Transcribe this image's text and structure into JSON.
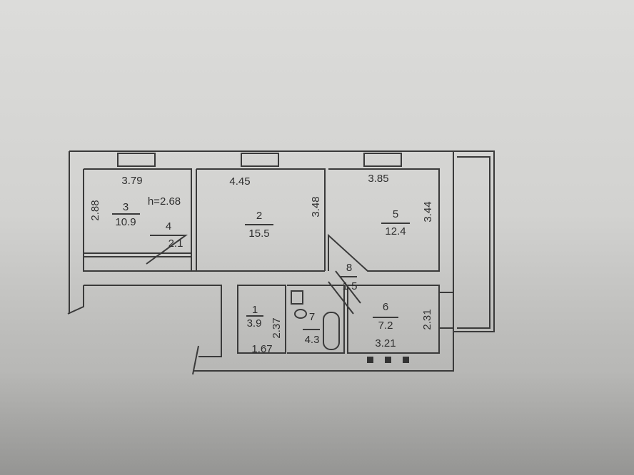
{
  "plan": {
    "ceiling_height": "h=2.68",
    "rooms": [
      {
        "number": "1",
        "area": "3.9",
        "dims": [
          "2.37",
          "1.67"
        ]
      },
      {
        "number": "2",
        "area": "15.5",
        "dims": [
          "4.45",
          "3.48"
        ]
      },
      {
        "number": "3",
        "area": "10.9",
        "dims": [
          "3.79",
          "2.88"
        ]
      },
      {
        "number": "4",
        "area": "2.1",
        "dims": []
      },
      {
        "number": "5",
        "area": "12.4",
        "dims": [
          "3.85",
          "3.44"
        ]
      },
      {
        "number": "6",
        "area": "7.2",
        "dims": [
          "3.21",
          "2.31"
        ]
      },
      {
        "number": "7",
        "area": "4.3",
        "dims": []
      },
      {
        "number": "8",
        "area": "1.5",
        "dims": []
      }
    ]
  }
}
